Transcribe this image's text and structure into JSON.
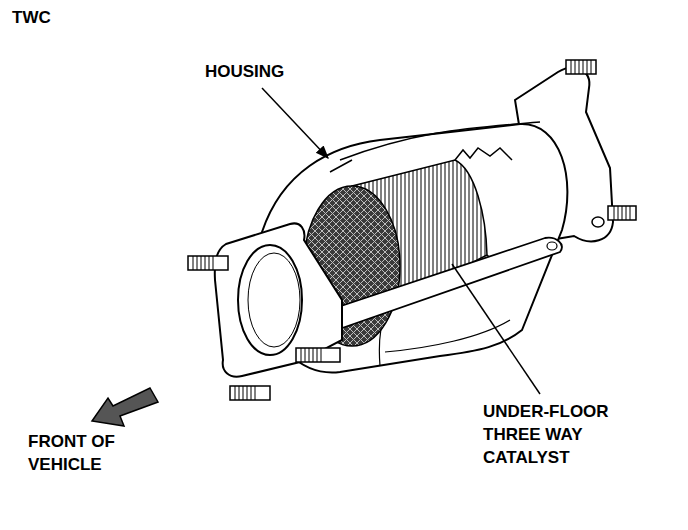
{
  "diagram": {
    "title": "TWC",
    "labels": [
      "HOUSING",
      "UNDER-FLOOR THREE WAY CATALYST",
      "FRONT OF VEHICLE"
    ]
  }
}
